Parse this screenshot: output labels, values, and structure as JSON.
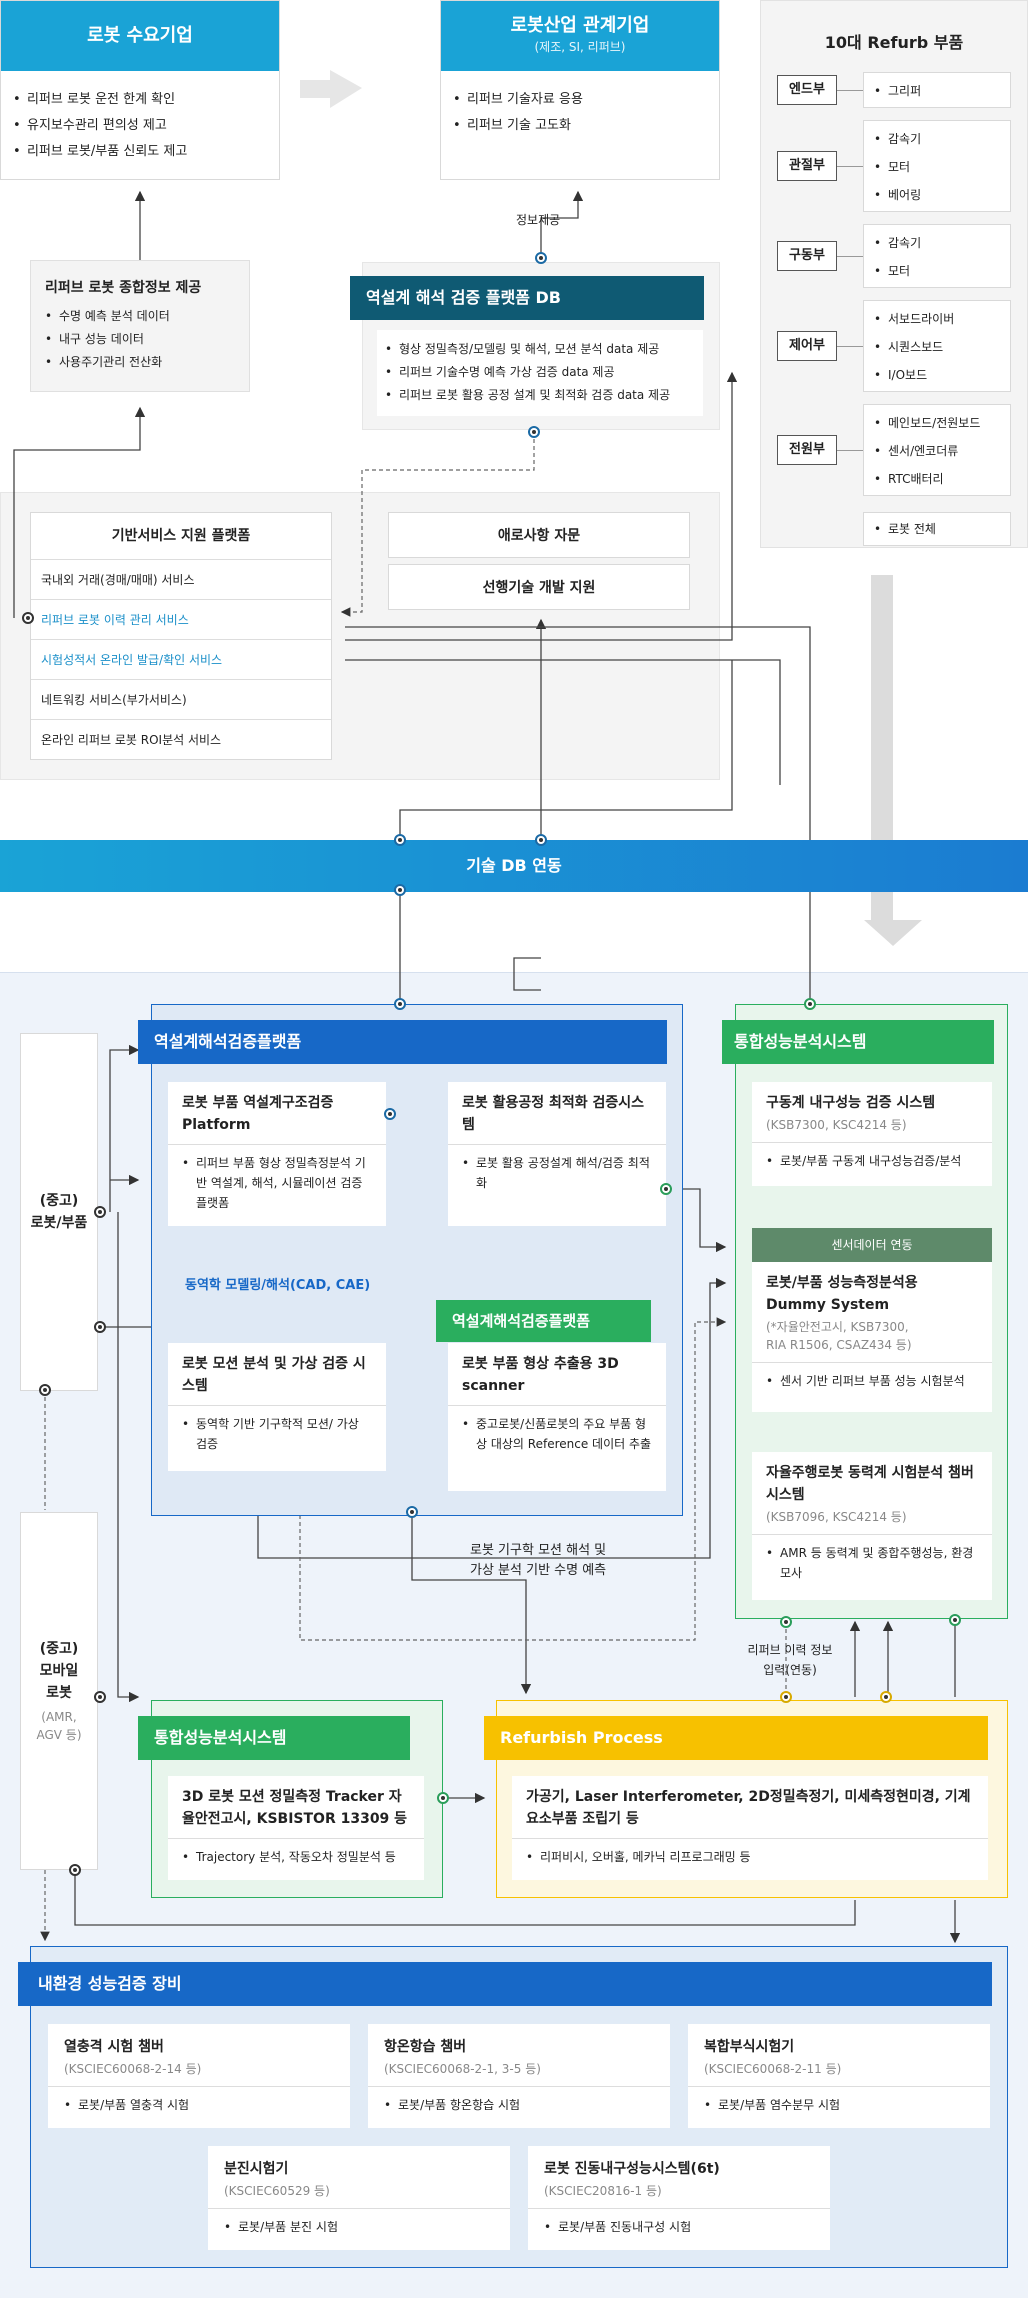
{
  "demand": {
    "title": "로봇 수요기업",
    "items": [
      "리퍼브 로봇 운전 한계 확인",
      "유지보수관리 편의성 제고",
      "리퍼브 로봇/부품 신뢰도 제고"
    ]
  },
  "industry": {
    "title": "로봇산업 관계기업",
    "subtitle": "(제조, SI, 리퍼브)",
    "items": [
      "리퍼브 기술자료 응용",
      "리퍼브 기술 고도화"
    ]
  },
  "info_provide": "정보제공",
  "refurb_parts": {
    "title": "10대 Refurb 부품",
    "groups": [
      {
        "name": "엔드부",
        "items": [
          "그리퍼"
        ]
      },
      {
        "name": "관절부",
        "items": [
          "감속기",
          "모터",
          "베어링"
        ]
      },
      {
        "name": "구동부",
        "items": [
          "감속기",
          "모터"
        ]
      },
      {
        "name": "제어부",
        "items": [
          "서보드라이버",
          "시퀀스보드",
          "I/O보드"
        ]
      },
      {
        "name": "전원부",
        "items": [
          "메인보드/전원보드",
          "센서/엔코더류",
          "RTC배터리"
        ]
      }
    ],
    "whole": "로봇 전체"
  },
  "info_service": {
    "title": "리퍼브 로봇 종합정보 제공",
    "items": [
      "수명 예측 분석 데이터",
      "내구 성능 데이터",
      "사용주기관리 전산화"
    ]
  },
  "db_platform": {
    "title": "역설계 해석 검증 플랫폼 DB",
    "items": [
      "형상 정밀측정/모델링 및 해석, 모션 분석 data 제공",
      "리퍼브 기술수명 예측 가상 검증 data 제공",
      "리퍼브 로봇 활용 공정 설계 및 최적화 검증 data 제공"
    ]
  },
  "base_platform": {
    "title": "기반서비스 지원 플랫폼",
    "rows": [
      "국내외 거래(경매/매매) 서비스",
      "리퍼브 로봇 이력 관리 서비스",
      "시험성적서 온라인 발급/확인 서비스",
      "네트워킹 서비스(부가서비스)",
      "온라인 리퍼브 로봇 ROI분석 서비스"
    ]
  },
  "consult": "애로사항 자문",
  "advance": "선행기술 개발 지원",
  "tech_db": "기술 DB 연동",
  "used_robot": "(중고)\n로봇/부품",
  "used_mobile": {
    "title": "(중고)\n모바일\n로봇",
    "sub": "(AMR,\nAGV 등)"
  },
  "rev": {
    "header": "역설계해석검증플랫폼",
    "p1": {
      "title": "로봇 부품 역설계구조검증 Platform",
      "items": [
        "리퍼브 부품 형상 정밀측정분석 기반 역설계, 해석, 시뮬레이션 검증 플랫폼"
      ]
    },
    "p2": {
      "title": "로봇 활용공정 최적화 검증시스템",
      "items": [
        "로봇 활용 공정설계 해석/검증 최적화"
      ]
    },
    "dyn": "동역학 모델링/해석(CAD, CAE)",
    "p3": {
      "title": "로봇 모션 분석 및 가상 검증 시스템",
      "items": [
        "동역학 기반 기구학적 모션/ 가상 검증"
      ]
    },
    "p4hdr": "역설계해석검증플랫폼",
    "p4": {
      "title": "로봇 부품 형상 추출용 3D scanner",
      "items": [
        "중고로봇/신품로봇의 주요 부품 형상 대상의 Reference 데이터 추출"
      ]
    },
    "bottom_label": "로봇 기구학 모션 해석 및\n가상 분석 기반 수명 예측"
  },
  "perf": {
    "header": "통합성능분석시스템",
    "s1": {
      "title": "구동계 내구성능 검증 시스템",
      "sub": "(KSB7300, KSC4214 등)",
      "items": [
        "로봇/부품 구동계 내구성능검증/분석"
      ]
    },
    "sensor": "센서데이터 연동",
    "s2": {
      "title": "로봇/부품 성능측정분석용 Dummy System",
      "sub": "(*자율안전고시, KSB7300,\nRIA R1506, CSAZ434 등)",
      "items": [
        "센서 기반 리퍼브 부품 성능 시험분석"
      ]
    },
    "s3": {
      "title": "자율주행로봇 동력계 시험분석 챔버시스템",
      "sub": "(KSB7096, KSC4214 등)",
      "items": [
        "AMR 등 동력계 및 종합주행성능, 환경모사"
      ]
    }
  },
  "history_label": "리퍼브 이력 정보\n입력(연동)",
  "perf2": {
    "header": "통합성능분석시스템",
    "title": "3D 로봇 모션 정밀측정 Tracker 자율안전고시, KSBISTOR 13309 등",
    "items": [
      "Trajectory 분석, 작동오차 정밀분석 등"
    ]
  },
  "refurb": {
    "header": "Refurbish Process",
    "title": "가공기, Laser Interferometer, 2D정밀측정기, 미세측정현미경, 기계요소부품 조립기 등",
    "items": [
      "리퍼비시, 오버홀, 메카닉 리프로그래밍 등"
    ]
  },
  "env": {
    "header": "내환경 성능검증 장비",
    "cards": [
      {
        "title": "열충격 시험 챔버",
        "sub": "(KSCIEC60068-2-14 등)",
        "item": "로봇/부품 열충격 시험"
      },
      {
        "title": "항온항습 챔버",
        "sub": "(KSCIEC60068-2-1, 3-5 등)",
        "item": "로봇/부품 항온항습 시험"
      },
      {
        "title": "복합부식시험기",
        "sub": "(KSCIEC60068-2-11 등)",
        "item": "로봇/부품 염수분무 시험"
      },
      {
        "title": "분진시험기",
        "sub": "(KSCIEC60529 등)",
        "item": "로봇/부품 분진 시험"
      },
      {
        "title": "로봇 진동내구성능시스템(6t)",
        "sub": "(KSCIEC20816-1 등)",
        "item": "로봇/부품 진동내구성 시험"
      }
    ]
  },
  "colors": {
    "sky": "#1aa3d6",
    "navy": "#0f5a73",
    "blue": "#1768c7",
    "green": "#2aae5e",
    "yellow": "#f7c100",
    "gray": "#a9a9a9"
  }
}
